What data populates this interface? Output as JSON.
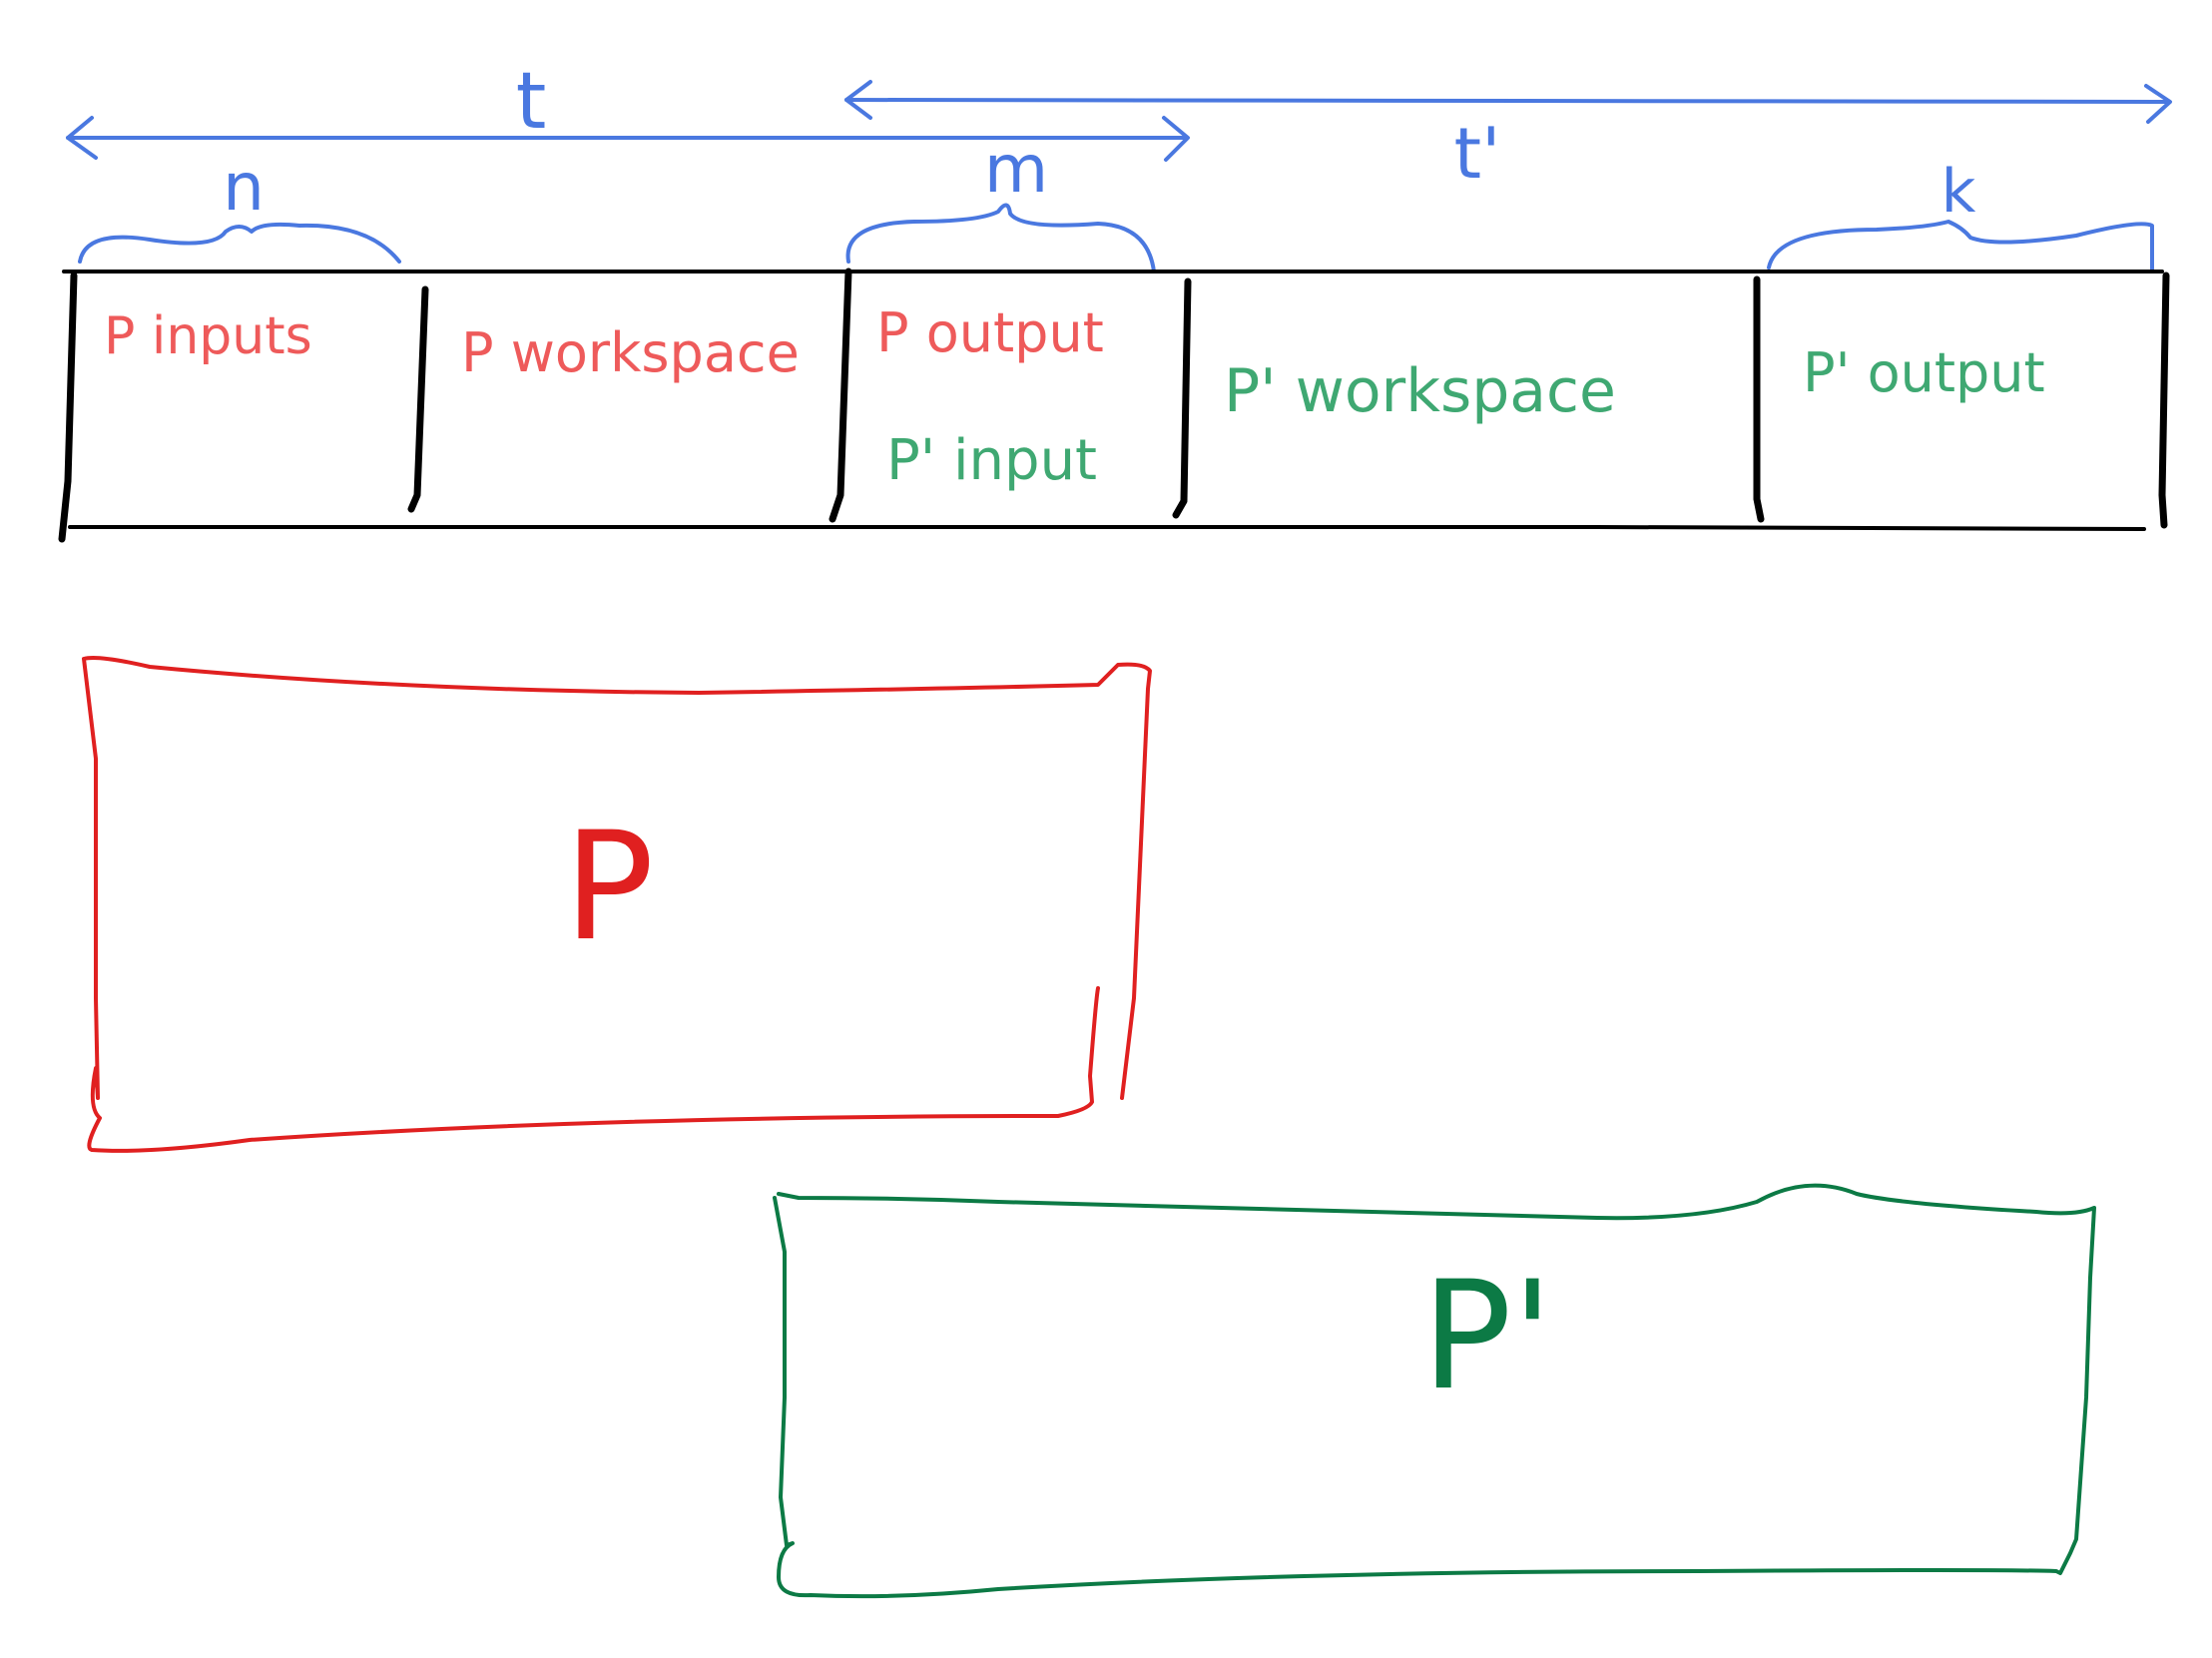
{
  "colors": {
    "blue": "#4a78e0",
    "black": "#000000",
    "red": "#e02020",
    "red_text": "#ee5a5a",
    "green": "#0c7a45",
    "green_text": "#3fa872"
  },
  "annotations": {
    "t": "t",
    "t_prime": "t'",
    "n": "n",
    "m": "m",
    "k": "k"
  },
  "memory_strip": {
    "cells": [
      {
        "lines": [
          "P inputs"
        ],
        "colors": [
          "red_text"
        ]
      },
      {
        "lines": [
          "P workspace"
        ],
        "colors": [
          "red_text"
        ]
      },
      {
        "lines": [
          "P output",
          "P' input"
        ],
        "colors": [
          "red_text",
          "green_text"
        ]
      },
      {
        "lines": [
          "P' workspace"
        ],
        "colors": [
          "green_text"
        ]
      },
      {
        "lines": [
          "P' output"
        ],
        "colors": [
          "green_text"
        ]
      }
    ]
  },
  "boxes": {
    "p": {
      "label": "P",
      "color": "red"
    },
    "p_prime": {
      "label": "P'",
      "color": "green"
    }
  }
}
